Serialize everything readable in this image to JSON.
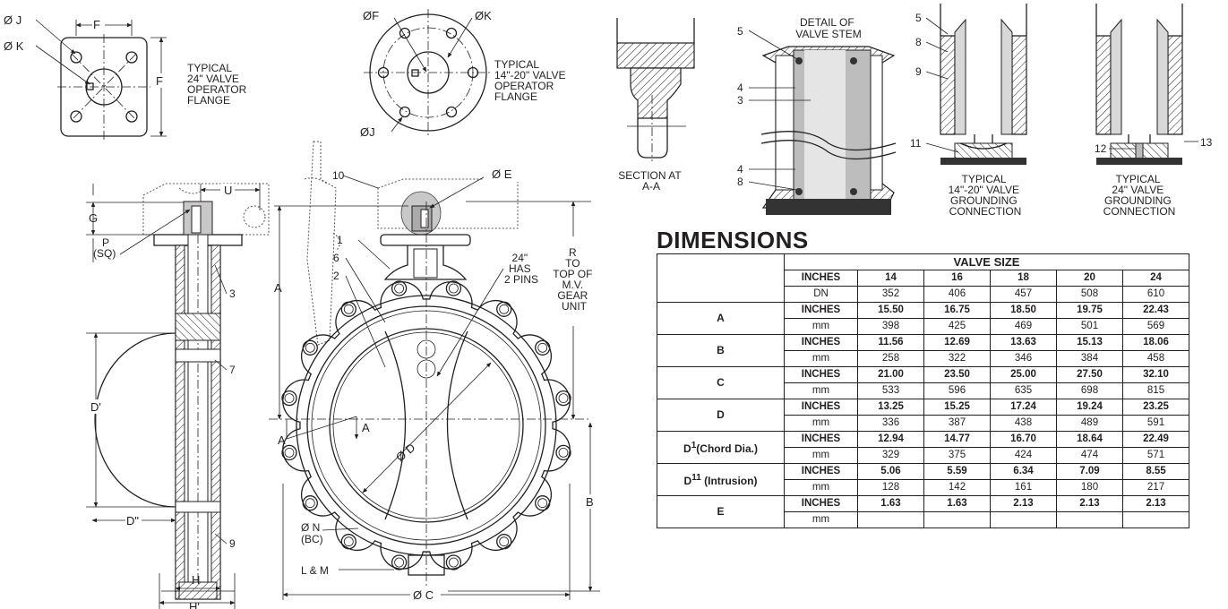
{
  "labels": {
    "flange24": [
      "TYPICAL",
      "24\" VALVE",
      "OPERATOR",
      "FLANGE"
    ],
    "flange14": [
      "TYPICAL",
      "14\"-20\" VALVE",
      "OPERATOR",
      "FLANGE"
    ],
    "section": [
      "SECTION AT",
      "A-A"
    ],
    "stem_detail": [
      "DETAIL OF",
      "VALVE STEM"
    ],
    "grounding14": [
      "TYPICAL",
      "14\"-20\" VALVE",
      "GROUNDING",
      "CONNECTION"
    ],
    "grounding24": [
      "TYPICAL",
      "24\" VALVE",
      "GROUNDING",
      "CONNECTION"
    ],
    "pins_note": [
      "24\"",
      "HAS",
      "2 PINS"
    ],
    "r_note": [
      "R",
      "TO",
      "TOP OF",
      "M.V.",
      "GEAR",
      "UNIT"
    ],
    "dims": {
      "phi_j": "Ø J",
      "phi_k": "Ø K",
      "phi_f": "ØF",
      "phi_k2": "ØK",
      "phi_j2": "ØJ",
      "f": "F",
      "p": "P",
      "sq": "(SQ)",
      "u": "U",
      "g": "G",
      "phi_e": "Ø E",
      "a": "A",
      "b": "B",
      "r": "R",
      "d_prime": "D'",
      "d_dprime": "D\"",
      "h": "H",
      "h_prime": "H'",
      "phi_c": "Ø C",
      "phi_d": "Ø D",
      "phi_n": "Ø N",
      "bc": "(BC)",
      "lm": "L & M",
      "section_a": "A"
    },
    "callouts": {
      "c1": "1",
      "c2": "2",
      "c3": "3",
      "c4": "4",
      "c5": "5",
      "c6": "6",
      "c7": "7",
      "c8": "8",
      "c9": "9",
      "c10": "10",
      "c11": "11",
      "c12": "12",
      "c13": "13"
    }
  },
  "table": {
    "title": "DIMENSIONS",
    "header": "VALVE SIZE",
    "unit_inches": "INCHES",
    "unit_dn": "DN",
    "unit_mm": "mm",
    "sizes": [
      "14",
      "16",
      "18",
      "20",
      "24"
    ],
    "dn": [
      "352",
      "406",
      "457",
      "508",
      "610"
    ],
    "rows": [
      {
        "label": "A",
        "sup": "",
        "suffix": "",
        "inches": [
          "15.50",
          "16.75",
          "18.50",
          "19.75",
          "22.43"
        ],
        "mm": [
          "398",
          "425",
          "469",
          "501",
          "569"
        ]
      },
      {
        "label": "B",
        "sup": "",
        "suffix": "",
        "inches": [
          "11.56",
          "12.69",
          "13.63",
          "15.13",
          "18.06"
        ],
        "mm": [
          "258",
          "322",
          "346",
          "384",
          "458"
        ]
      },
      {
        "label": "C",
        "sup": "",
        "suffix": "",
        "inches": [
          "21.00",
          "23.50",
          "25.00",
          "27.50",
          "32.10"
        ],
        "mm": [
          "533",
          "596",
          "635",
          "698",
          "815"
        ]
      },
      {
        "label": "D",
        "sup": "",
        "suffix": "",
        "inches": [
          "13.25",
          "15.25",
          "17.24",
          "19.24",
          "23.25"
        ],
        "mm": [
          "336",
          "387",
          "438",
          "489",
          "591"
        ]
      },
      {
        "label": "D",
        "sup": "1",
        "suffix": "(Chord Dia.)",
        "inches": [
          "12.94",
          "14.77",
          "16.70",
          "18.64",
          "22.49"
        ],
        "mm": [
          "329",
          "375",
          "424",
          "474",
          "571"
        ]
      },
      {
        "label": "D",
        "sup": "11",
        "suffix": " (Intrusion)",
        "inches": [
          "5.06",
          "5.59",
          "6.34",
          "7.09",
          "8.55"
        ],
        "mm": [
          "128",
          "142",
          "161",
          "180",
          "217"
        ]
      },
      {
        "label": "E",
        "sup": "",
        "suffix": "",
        "inches": [
          "1.63",
          "1.63",
          "2.13",
          "2.13",
          "2.13"
        ],
        "mm": []
      }
    ]
  }
}
